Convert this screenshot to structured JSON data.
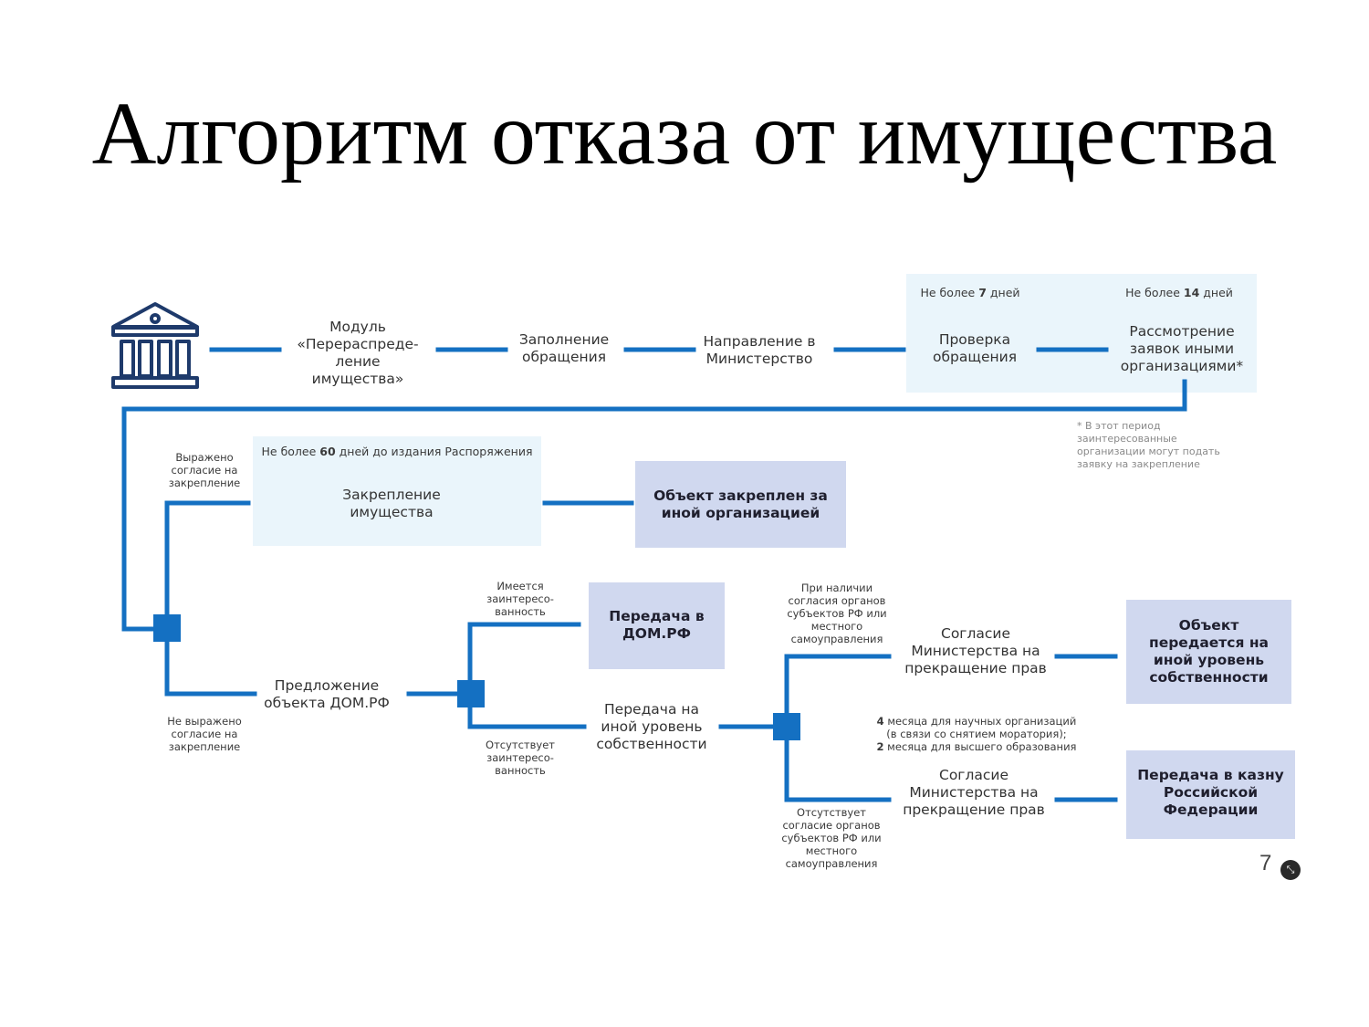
{
  "title": "Алгоритм отказа от имущества",
  "top_row": {
    "header_1_pre": "Не более ",
    "header_1_num": "7",
    "header_1_post": " дней",
    "header_2_pre": "Не более ",
    "header_2_num": "14",
    "header_2_post": " дней",
    "module": "Модуль\n«Перераспреде-\nление\nимущества»",
    "filling": "Заполнение\nобращения",
    "sending": "Направление в\nМинистерство",
    "check": "Проверка\nобращения",
    "review": "Рассмотрение\nзаявок иными\nорганизациями*"
  },
  "footnote": "* В этот период\nзаинтересованные\nорганизации могут подать\nзаявку на закрепление",
  "branch_left": {
    "agreed": "Выражено\nсогласие на\nзакрепление",
    "not_agreed": "Не выражено\nсогласие на\nзакрепление"
  },
  "assign": {
    "header_pre": "Не более ",
    "header_num": "60",
    "header_post": " дней до издания Распоряжения",
    "label": "Закрепление\nимущества",
    "result": "Объект закреплен за\nиной организацией"
  },
  "offer": {
    "label": "Предложение\nобъекта ДОМ.РФ",
    "interest_yes": "Имеется\nзаинтересо-\nванность",
    "interest_no": "Отсутствует\nзаинтересо-\nванность",
    "domrf": "Передача в\nДОМ.РФ",
    "other_level": "Передача на\nиной уровень\nсобственности"
  },
  "final": {
    "consent_yes": "При наличии\nсогласия органов\nсубъектов РФ или\nместного\nсамоуправления",
    "consent_no": "Отсутствует\nсогласие органов\nсубъектов РФ или\nместного\nсамоуправления",
    "ministry_1": "Согласие\nМинистерства на\nпрекращение прав",
    "ministry_2": "Согласие\nМинистерства на\nпрекращение прав",
    "months_1_num": "4",
    "months_1_text": " месяца для научных организаций",
    "months_2_text": "(в связи со снятием моратория);",
    "months_3_num": "2",
    "months_3_text": " месяца для высшего образования",
    "result_level": "Объект\nпередается на\nиной уровень\nсобственности",
    "result_treasury": "Передача в казну\nРоссийской\nФедерации"
  },
  "page_number": "7",
  "colors": {
    "line": "#1470c2",
    "light_box": "#eaf5fb",
    "dark_box": "#d0d8ef"
  },
  "icons": {
    "institution": "bank-building-icon",
    "expand": "expand-icon"
  }
}
